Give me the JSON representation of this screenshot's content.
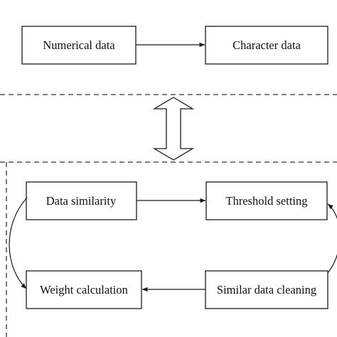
{
  "section_top": {
    "numerical_label": "Numerical data",
    "character_label": "Character data"
  },
  "section_bottom": {
    "data_similarity_label": "Data similarity",
    "threshold_label": "Threshold setting",
    "weight_label": "Weight calculation",
    "cleaning_label": "Similar data cleaning"
  }
}
